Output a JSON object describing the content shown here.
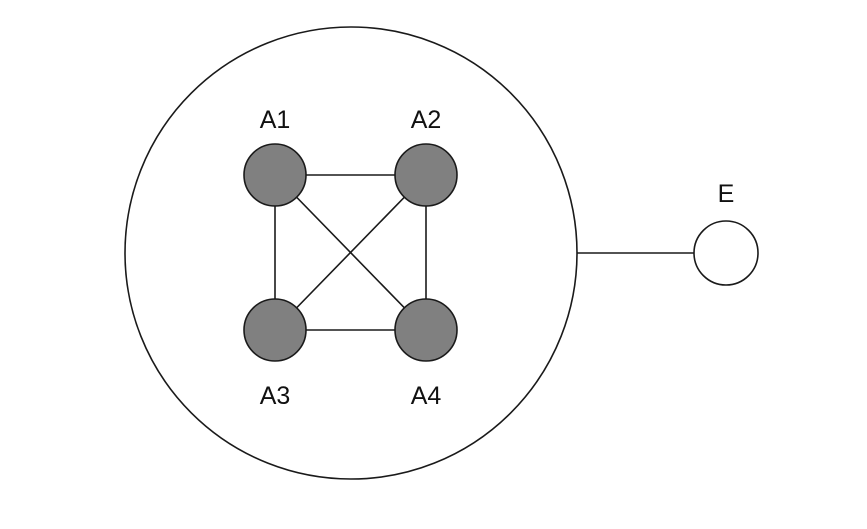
{
  "colors": {
    "agent_fill": "#808080",
    "environment_fill": "#ffffff",
    "stroke": "#1a1a1a"
  },
  "nodes": {
    "a1": {
      "label": "A1"
    },
    "a2": {
      "label": "A2"
    },
    "a3": {
      "label": "A3"
    },
    "a4": {
      "label": "A4"
    },
    "e": {
      "label": "E"
    }
  },
  "edges": [
    [
      "A1",
      "A2"
    ],
    [
      "A1",
      "A3"
    ],
    [
      "A1",
      "A4"
    ],
    [
      "A2",
      "A3"
    ],
    [
      "A2",
      "A4"
    ],
    [
      "A3",
      "A4"
    ],
    [
      "group",
      "E"
    ]
  ]
}
